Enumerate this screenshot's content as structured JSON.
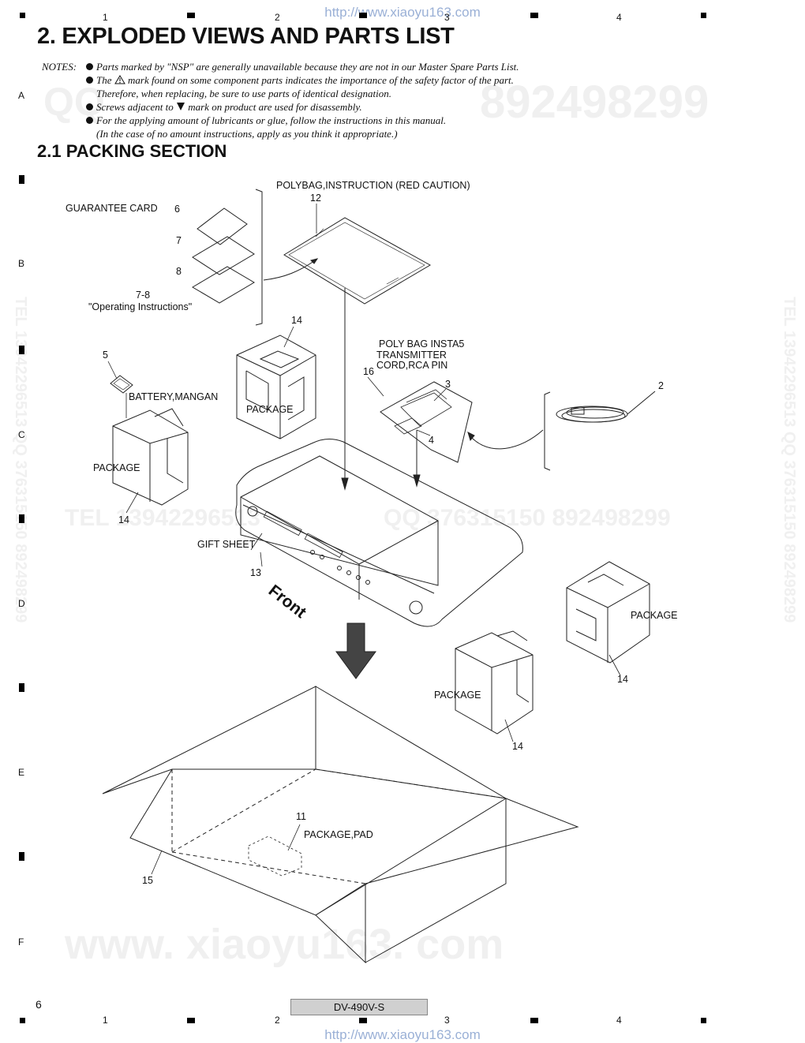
{
  "header": {
    "url": "http://www.xiaoyu163.com"
  },
  "footer": {
    "url": "http://www.xiaoyu163.com",
    "page_number": "6",
    "model": "DV-490V-S"
  },
  "grid": {
    "columns": [
      "1",
      "2",
      "3",
      "4"
    ],
    "rows": [
      "A",
      "B",
      "C",
      "D",
      "E",
      "F"
    ]
  },
  "title": "2. EXPLODED VIEWS AND PARTS LIST",
  "notes": {
    "label": "NOTES:",
    "lines": [
      "Parts marked by \"NSP\" are generally unavailable because they are not in our Master Spare Parts List.",
      "The",
      "mark found on some component parts indicates the importance of the safety factor of the part.",
      "Therefore, when replacing, be sure to use parts of identical designation.",
      "Screws adjacent to",
      "mark on product are used for disassembly.",
      "For the applying amount of lubricants or glue, follow the instructions in this manual.",
      "(In the case of no amount instructions, apply as you think it appropriate.)"
    ]
  },
  "section_title": "2.1  PACKING SECTION",
  "watermarks": {
    "qq_top_left": "QQ",
    "qq_top_right": "892498299",
    "tel_mid": "TEL 13942296513",
    "qq_mid": "QQ  376315150  892498299",
    "site_bottom": "www. xiaoyu163. com",
    "side_right": "TEL 13942296513  QQ 376315150  892498299",
    "side_left": "TEL 13942296513  QQ 376315150  892498299"
  },
  "diagram": {
    "labels": {
      "polybag_instruction": "POLYBAG,INSTRUCTION (RED CAUTION)",
      "n12": "12",
      "guarantee_card": "GUARANTEE CARD",
      "n6": "6",
      "n7": "7",
      "n8": "8",
      "n7_8": "7-8",
      "operating_instructions": "\"Operating Instructions\"",
      "n14_top": "14",
      "package_top": "PACKAGE",
      "n5": "5",
      "battery": "BATTERY,MANGAN",
      "package_left": "PACKAGE",
      "n14_left": "14",
      "poly_bag_insta5": "POLY BAG INSTA5",
      "transmitter": "TRANSMITTER",
      "cord_rca": "CORD,RCA PIN",
      "n16": "16",
      "n3": "3",
      "n4": "4",
      "n2": "2",
      "gift_sheet": "GIFT SHEET",
      "n13": "13",
      "front": "Front",
      "package_right": "PACKAGE",
      "n14_right": "14",
      "package_mid": "PACKAGE",
      "n14_mid": "14",
      "n11": "11",
      "package_pad": "PACKAGE,PAD",
      "n15": "15"
    }
  }
}
